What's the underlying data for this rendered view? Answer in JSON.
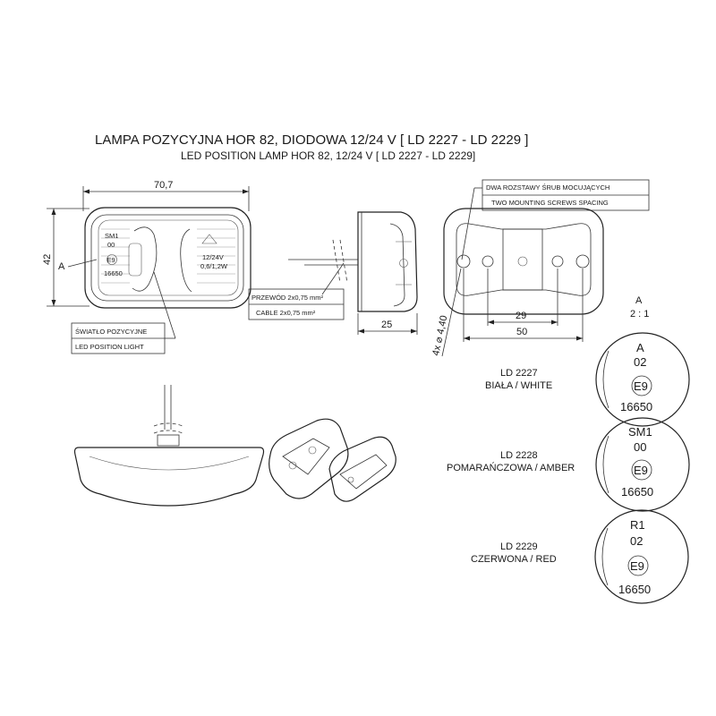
{
  "title_pl": "LAMPA POZYCYJNA HOR 82, DIODOWA 12/24 V [ LD 2227 - LD 2229 ]",
  "title_en": "LED POSITION LAMP HOR 82, 12/24 V [ LD 2227 - LD 2229]",
  "front_view": {
    "width_dim": "70,7",
    "height_dim": "42",
    "detail_ref": "A",
    "lens_left": [
      "SM1",
      "00",
      "E9",
      "16650"
    ],
    "lens_right": [
      "12/24V",
      "0,6/1,2W"
    ],
    "callout_pl": "ŚWIATŁO POZYCYJNE",
    "callout_en": "LED POSITION LIGHT"
  },
  "side_view": {
    "depth_dim": "25",
    "cable_pl": "PRZEWÓD 2x0,75 mm²",
    "cable_en": "CABLE 2x0,75 mm²"
  },
  "rear_view": {
    "note_pl": "DWA ROZSTAWY ŚRUB MOCUJĄCYCH",
    "note_en": "TWO MOUNTING SCREWS SPACING",
    "hole_dim": "4x ⌀ 4,40",
    "spacing_inner": "29",
    "spacing_outer": "50"
  },
  "detail": {
    "label": "A",
    "scale": "2 : 1"
  },
  "variants": [
    {
      "code": "LD 2227",
      "color": "BIAŁA / WHITE",
      "marking": [
        "A",
        "02",
        "E9",
        "16650"
      ]
    },
    {
      "code": "LD 2228",
      "color": "POMARAŃCZOWA / AMBER",
      "marking": [
        "SM1",
        "00",
        "E9",
        "16650"
      ]
    },
    {
      "code": "LD 2229",
      "color": "CZERWONA / RED",
      "marking": [
        "R1",
        "02",
        "E9",
        "16650"
      ]
    }
  ]
}
